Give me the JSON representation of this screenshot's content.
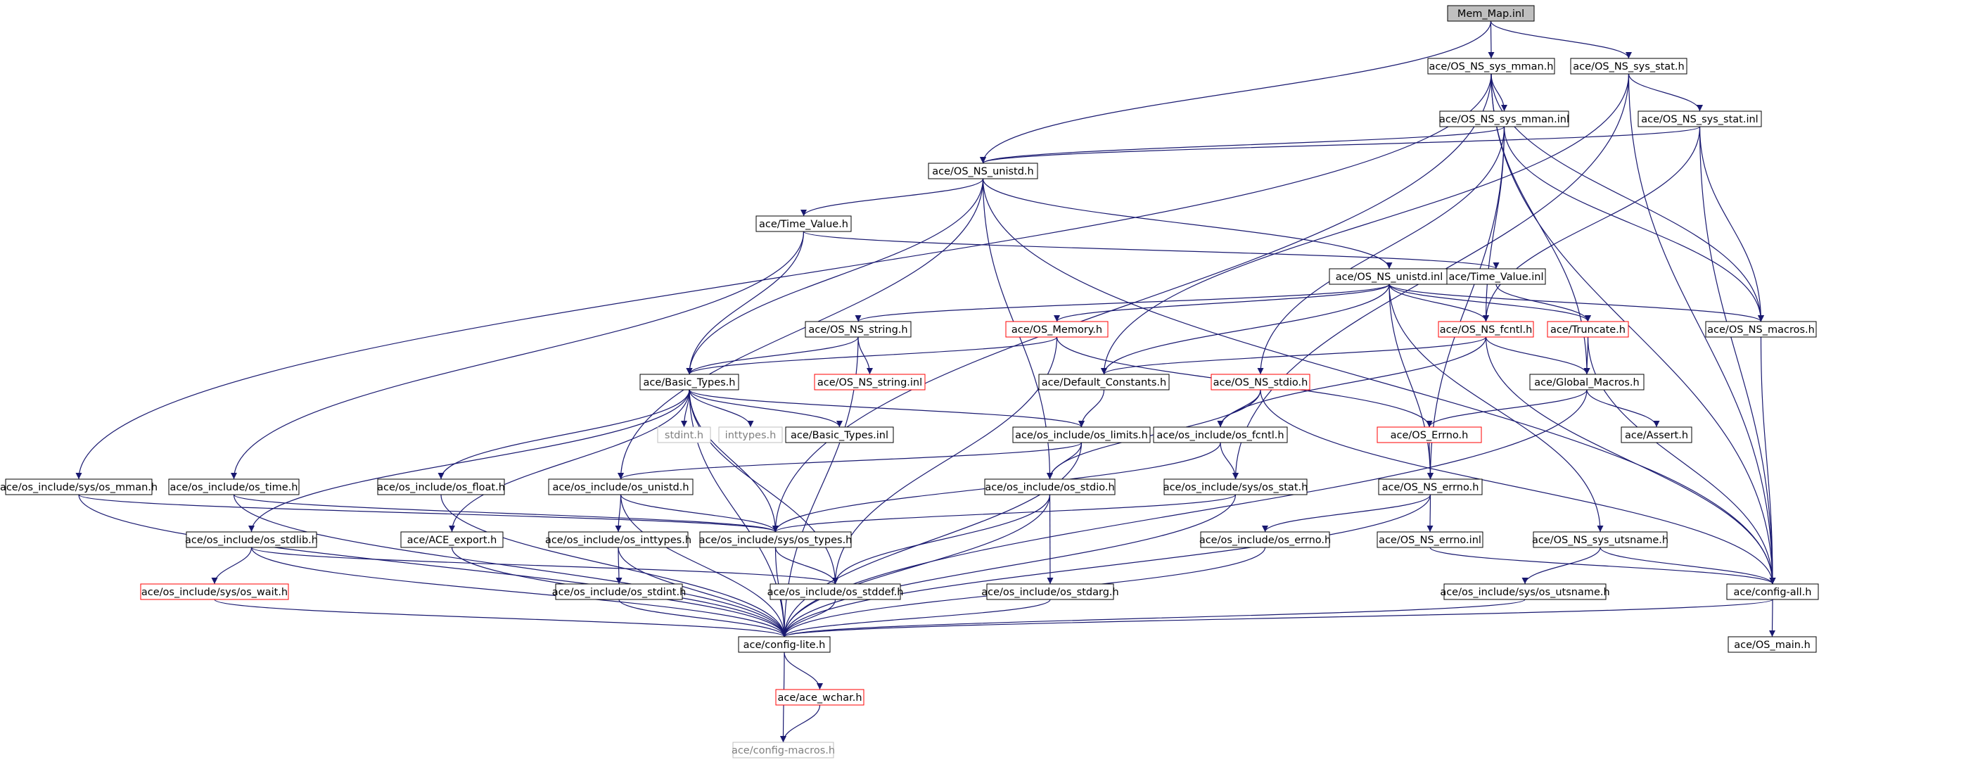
{
  "colors": {
    "edge": "#191970",
    "box_border": "#000000",
    "red_border": "#ff0000",
    "gray_border": "#bfbfbf",
    "gray_text": "#7f7f7f",
    "root_fill": "#bfbfbf",
    "text": "#000000"
  },
  "nodes": [
    {
      "id": "mem_map_inl",
      "label": "Mem_Map.inl",
      "style": "root"
    },
    {
      "id": "sys_mman_h",
      "label": "ace/OS_NS_sys_mman.h",
      "style": "normal"
    },
    {
      "id": "sys_stat_h",
      "label": "ace/OS_NS_sys_stat.h",
      "style": "normal"
    },
    {
      "id": "sys_mman_inl",
      "label": "ace/OS_NS_sys_mman.inl",
      "style": "normal"
    },
    {
      "id": "sys_stat_inl",
      "label": "ace/OS_NS_sys_stat.inl",
      "style": "normal"
    },
    {
      "id": "unistd_h",
      "label": "ace/OS_NS_unistd.h",
      "style": "normal"
    },
    {
      "id": "time_value_h",
      "label": "ace/Time_Value.h",
      "style": "normal"
    },
    {
      "id": "unistd_inl",
      "label": "ace/OS_NS_unistd.inl",
      "style": "normal"
    },
    {
      "id": "time_value_inl",
      "label": "ace/Time_Value.inl",
      "style": "normal"
    },
    {
      "id": "string_h",
      "label": "ace/OS_NS_string.h",
      "style": "normal"
    },
    {
      "id": "memory_h",
      "label": "ace/OS_Memory.h",
      "style": "red"
    },
    {
      "id": "fcntl_h",
      "label": "ace/OS_NS_fcntl.h",
      "style": "red"
    },
    {
      "id": "truncate_h",
      "label": "ace/Truncate.h",
      "style": "red"
    },
    {
      "id": "macros_h",
      "label": "ace/OS_NS_macros.h",
      "style": "normal"
    },
    {
      "id": "basic_types_h",
      "label": "ace/Basic_Types.h",
      "style": "normal"
    },
    {
      "id": "string_inl",
      "label": "ace/OS_NS_string.inl",
      "style": "red"
    },
    {
      "id": "default_constants_h",
      "label": "ace/Default_Constants.h",
      "style": "normal"
    },
    {
      "id": "stdio_h",
      "label": "ace/OS_NS_stdio.h",
      "style": "red"
    },
    {
      "id": "global_macros_h",
      "label": "ace/Global_Macros.h",
      "style": "normal"
    },
    {
      "id": "stdint_h",
      "label": "stdint.h",
      "style": "gray"
    },
    {
      "id": "inttypes_h",
      "label": "inttypes.h",
      "style": "gray"
    },
    {
      "id": "basic_types_inl",
      "label": "ace/Basic_Types.inl",
      "style": "normal"
    },
    {
      "id": "os_limits_h",
      "label": "ace/os_include/os_limits.h",
      "style": "normal"
    },
    {
      "id": "os_fcntl_h",
      "label": "ace/os_include/os_fcntl.h",
      "style": "normal"
    },
    {
      "id": "os_errno_ace_h",
      "label": "ace/OS_Errno.h",
      "style": "red"
    },
    {
      "id": "assert_h",
      "label": "ace/Assert.h",
      "style": "normal"
    },
    {
      "id": "sys_os_mman_h",
      "label": "ace/os_include/sys/os_mman.h",
      "style": "normal"
    },
    {
      "id": "os_time_h",
      "label": "ace/os_include/os_time.h",
      "style": "normal"
    },
    {
      "id": "os_float_h",
      "label": "ace/os_include/os_float.h",
      "style": "normal"
    },
    {
      "id": "os_unistd_h",
      "label": "ace/os_include/os_unistd.h",
      "style": "normal"
    },
    {
      "id": "os_stdio_h",
      "label": "ace/os_include/os_stdio.h",
      "style": "normal"
    },
    {
      "id": "sys_os_stat_h",
      "label": "ace/os_include/sys/os_stat.h",
      "style": "normal"
    },
    {
      "id": "ns_errno_h",
      "label": "ace/OS_NS_errno.h",
      "style": "normal"
    },
    {
      "id": "os_stdlib_h",
      "label": "ace/os_include/os_stdlib.h",
      "style": "normal"
    },
    {
      "id": "ace_export_h",
      "label": "ace/ACE_export.h",
      "style": "normal"
    },
    {
      "id": "os_inttypes_h",
      "label": "ace/os_include/os_inttypes.h",
      "style": "normal"
    },
    {
      "id": "sys_os_types_h",
      "label": "ace/os_include/sys/os_types.h",
      "style": "normal"
    },
    {
      "id": "os_errno_h",
      "label": "ace/os_include/os_errno.h",
      "style": "normal"
    },
    {
      "id": "ns_errno_inl",
      "label": "ace/OS_NS_errno.inl",
      "style": "normal"
    },
    {
      "id": "sys_utsname_h",
      "label": "ace/OS_NS_sys_utsname.h",
      "style": "normal"
    },
    {
      "id": "sys_os_wait_h",
      "label": "ace/os_include/sys/os_wait.h",
      "style": "red"
    },
    {
      "id": "os_stdint_h",
      "label": "ace/os_include/os_stdint.h",
      "style": "normal"
    },
    {
      "id": "os_stddef_h",
      "label": "ace/os_include/os_stddef.h",
      "style": "normal"
    },
    {
      "id": "os_stdarg_h",
      "label": "ace/os_include/os_stdarg.h",
      "style": "normal"
    },
    {
      "id": "sys_os_utsname_h",
      "label": "ace/os_include/sys/os_utsname.h",
      "style": "normal"
    },
    {
      "id": "config_all_h",
      "label": "ace/config-all.h",
      "style": "normal"
    },
    {
      "id": "config_lite_h",
      "label": "ace/config-lite.h",
      "style": "normal"
    },
    {
      "id": "os_main_h",
      "label": "ace/OS_main.h",
      "style": "normal"
    },
    {
      "id": "ace_wchar_h",
      "label": "ace/ace_wchar.h",
      "style": "red"
    },
    {
      "id": "config_macros_h",
      "label": "ace/config-macros.h",
      "style": "gray"
    }
  ],
  "edges": [
    [
      "mem_map_inl",
      "sys_mman_h"
    ],
    [
      "mem_map_inl",
      "sys_stat_h"
    ],
    [
      "mem_map_inl",
      "unistd_h"
    ],
    [
      "sys_mman_h",
      "sys_mman_inl"
    ],
    [
      "sys_mman_h",
      "sys_os_mman_h"
    ],
    [
      "sys_mman_h",
      "sys_os_types_h"
    ],
    [
      "sys_mman_h",
      "global_macros_h"
    ],
    [
      "sys_mman_h",
      "config_all_h"
    ],
    [
      "sys_mman_h",
      "macros_h"
    ],
    [
      "sys_stat_h",
      "sys_stat_inl"
    ],
    [
      "sys_stat_h",
      "sys_os_stat_h"
    ],
    [
      "sys_stat_h",
      "default_constants_h"
    ],
    [
      "sys_stat_h",
      "config_all_h"
    ],
    [
      "sys_mman_inl",
      "unistd_h"
    ],
    [
      "sys_mman_inl",
      "stdio_h"
    ],
    [
      "sys_mman_inl",
      "fcntl_h"
    ],
    [
      "sys_mman_inl",
      "macros_h"
    ],
    [
      "sys_mman_inl",
      "ns_errno_h"
    ],
    [
      "sys_stat_inl",
      "unistd_h"
    ],
    [
      "sys_stat_inl",
      "fcntl_h"
    ],
    [
      "sys_stat_inl",
      "macros_h"
    ],
    [
      "sys_stat_inl",
      "config_all_h"
    ],
    [
      "unistd_h",
      "time_value_h"
    ],
    [
      "unistd_h",
      "unistd_inl"
    ],
    [
      "unistd_h",
      "basic_types_h"
    ],
    [
      "unistd_h",
      "os_unistd_h"
    ],
    [
      "unistd_h",
      "os_stdio_h"
    ],
    [
      "unistd_h",
      "config_all_h"
    ],
    [
      "time_value_h",
      "time_value_inl"
    ],
    [
      "time_value_h",
      "basic_types_h"
    ],
    [
      "time_value_h",
      "os_time_h"
    ],
    [
      "time_value_inl",
      "truncate_h"
    ],
    [
      "unistd_inl",
      "string_h"
    ],
    [
      "unistd_inl",
      "memory_h"
    ],
    [
      "unistd_inl",
      "fcntl_h"
    ],
    [
      "unistd_inl",
      "truncate_h"
    ],
    [
      "unistd_inl",
      "macros_h"
    ],
    [
      "unistd_inl",
      "default_constants_h"
    ],
    [
      "unistd_inl",
      "ns_errno_h"
    ],
    [
      "unistd_inl",
      "sys_utsname_h"
    ],
    [
      "string_h",
      "basic_types_h"
    ],
    [
      "string_h",
      "string_inl"
    ],
    [
      "string_h",
      "config_lite_h"
    ],
    [
      "memory_h",
      "basic_types_h"
    ],
    [
      "memory_h",
      "os_errno_ace_h"
    ],
    [
      "memory_h",
      "os_stddef_h"
    ],
    [
      "fcntl_h",
      "default_constants_h"
    ],
    [
      "fcntl_h",
      "global_macros_h"
    ],
    [
      "fcntl_h",
      "os_fcntl_h"
    ],
    [
      "fcntl_h",
      "config_all_h"
    ],
    [
      "truncate_h",
      "global_macros_h"
    ],
    [
      "truncate_h",
      "config_all_h"
    ],
    [
      "macros_h",
      "config_all_h"
    ],
    [
      "basic_types_h",
      "stdint_h"
    ],
    [
      "basic_types_h",
      "inttypes_h"
    ],
    [
      "basic_types_h",
      "basic_types_inl"
    ],
    [
      "basic_types_h",
      "os_limits_h"
    ],
    [
      "basic_types_h",
      "os_float_h"
    ],
    [
      "basic_types_h",
      "os_stdlib_h"
    ],
    [
      "basic_types_h",
      "ace_export_h"
    ],
    [
      "basic_types_h",
      "sys_os_types_h"
    ],
    [
      "basic_types_h",
      "os_stddef_h"
    ],
    [
      "basic_types_h",
      "config_lite_h"
    ],
    [
      "default_constants_h",
      "os_limits_h"
    ],
    [
      "stdio_h",
      "os_fcntl_h"
    ],
    [
      "stdio_h",
      "os_stdio_h"
    ],
    [
      "stdio_h",
      "config_all_h"
    ],
    [
      "global_macros_h",
      "os_errno_ace_h"
    ],
    [
      "global_macros_h",
      "assert_h"
    ],
    [
      "global_macros_h",
      "config_lite_h"
    ],
    [
      "os_limits_h",
      "os_unistd_h"
    ],
    [
      "os_limits_h",
      "os_stdio_h"
    ],
    [
      "os_limits_h",
      "config_lite_h"
    ],
    [
      "os_fcntl_h",
      "sys_os_stat_h"
    ],
    [
      "os_fcntl_h",
      "sys_os_types_h"
    ],
    [
      "os_errno_ace_h",
      "ns_errno_h"
    ],
    [
      "sys_os_mman_h",
      "sys_os_types_h"
    ],
    [
      "sys_os_mman_h",
      "config_lite_h"
    ],
    [
      "os_time_h",
      "sys_os_types_h"
    ],
    [
      "os_time_h",
      "config_lite_h"
    ],
    [
      "os_float_h",
      "config_lite_h"
    ],
    [
      "os_unistd_h",
      "os_inttypes_h"
    ],
    [
      "os_unistd_h",
      "sys_os_types_h"
    ],
    [
      "os_unistd_h",
      "config_lite_h"
    ],
    [
      "os_stdio_h",
      "os_stdarg_h"
    ],
    [
      "os_stdio_h",
      "os_stddef_h"
    ],
    [
      "os_stdio_h",
      "config_lite_h"
    ],
    [
      "sys_os_stat_h",
      "sys_os_types_h"
    ],
    [
      "sys_os_stat_h",
      "config_lite_h"
    ],
    [
      "ns_errno_h",
      "os_errno_h"
    ],
    [
      "ns_errno_h",
      "ns_errno_inl"
    ],
    [
      "ns_errno_h",
      "config_lite_h"
    ],
    [
      "os_stdlib_h",
      "sys_os_wait_h"
    ],
    [
      "os_stdlib_h",
      "os_stddef_h"
    ],
    [
      "os_stdlib_h",
      "config_lite_h"
    ],
    [
      "ace_export_h",
      "config_lite_h"
    ],
    [
      "os_inttypes_h",
      "os_stdint_h"
    ],
    [
      "os_inttypes_h",
      "config_lite_h"
    ],
    [
      "sys_os_types_h",
      "os_stddef_h"
    ],
    [
      "sys_os_types_h",
      "config_lite_h"
    ],
    [
      "os_errno_h",
      "config_lite_h"
    ],
    [
      "ns_errno_inl",
      "config_all_h"
    ],
    [
      "sys_utsname_h",
      "sys_os_utsname_h"
    ],
    [
      "sys_utsname_h",
      "config_all_h"
    ],
    [
      "sys_os_wait_h",
      "config_lite_h"
    ],
    [
      "os_stdint_h",
      "config_lite_h"
    ],
    [
      "os_stddef_h",
      "config_lite_h"
    ],
    [
      "os_stdarg_h",
      "config_lite_h"
    ],
    [
      "sys_os_utsname_h",
      "config_lite_h"
    ],
    [
      "config_all_h",
      "config_lite_h"
    ],
    [
      "config_all_h",
      "os_main_h"
    ],
    [
      "config_lite_h",
      "ace_wchar_h"
    ],
    [
      "config_lite_h",
      "config_macros_h"
    ],
    [
      "ace_wchar_h",
      "config_macros_h"
    ]
  ]
}
